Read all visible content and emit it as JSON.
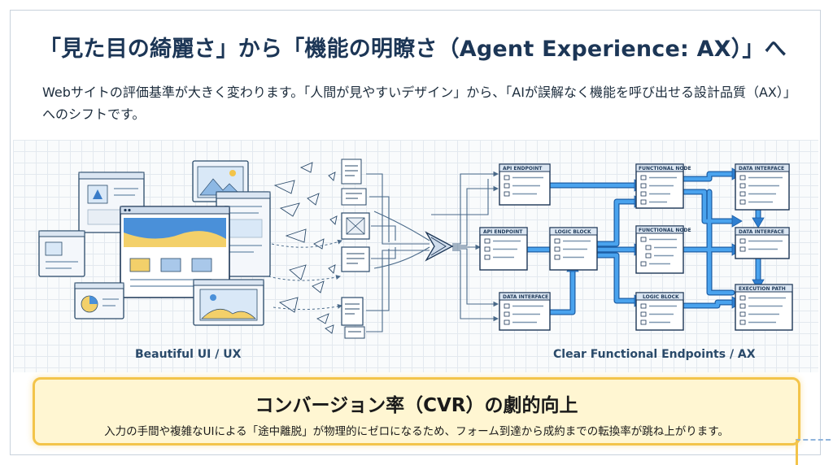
{
  "slide": {
    "title": "「見た目の綺麗さ」から「機能の明瞭さ（Agent Experience: AX）」へ",
    "subtitle": "Webサイトの評価基準が大きく変わります。「人間が見やすいデザイン」から、「AIが誤解なく機能を呼び出せる設計品質（AX）」へのシフトです。"
  },
  "diagram": {
    "left_caption": "Beautiful UI / UX",
    "right_caption": "Clear Functional Endpoints / AX",
    "nodes": {
      "api1": "API ENDPOINT",
      "api2": "API ENDPOINT",
      "data1": "DATA INTERFACE",
      "logic1": "LOGIC BLOCK",
      "func1": "FUNCTIONAL NODE",
      "func2": "FUNCTIONAL NODE",
      "logic2": "LOGIC BLOCK",
      "data2": "DATA INTERFACE",
      "data3": "DATA INTERFACE",
      "exec": "EXECUTION PATH"
    },
    "colors": {
      "accent_blue": "#3a8fdc",
      "accent_yellow": "#f3c44a",
      "navy": "#1c3656"
    }
  },
  "callout": {
    "heading": "コンバージョン率（CVR）の劇的向上",
    "body": "入力の手間や複雑なUIによる「途中離脱」が物理的にゼロになるため、フォーム到達から成約までの転換率が跳ね上がります。"
  }
}
